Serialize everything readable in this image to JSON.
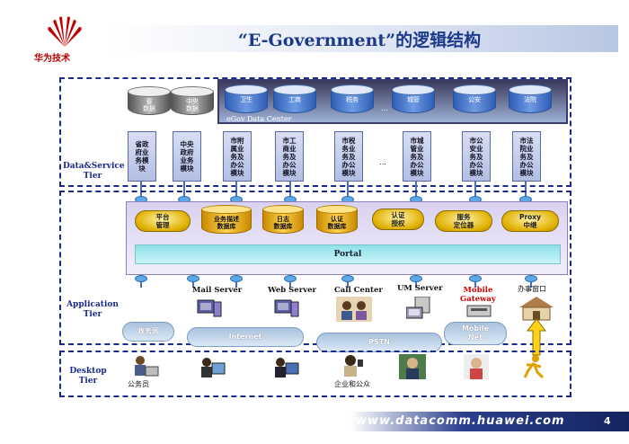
{
  "header": {
    "title": "“E-Government”的逻辑结构",
    "logo_text": "华为技术"
  },
  "tiers": {
    "data_service": "Data&Service\nTier",
    "application": "Application\nTier",
    "desktop": "Desktop\nTier"
  },
  "data_center": {
    "label": "eGov Data Center",
    "left_dbs": [
      "省\n数据",
      "中央\n数据"
    ],
    "dbs": [
      "卫生",
      "工商",
      "税务",
      "城管",
      "公安",
      "法院"
    ],
    "ellipsis": "…"
  },
  "modules": [
    "省政府业务模块",
    "中央政府业务模块",
    "市附属业务及办公模块",
    "市工商业务及办公模块",
    "市税务业务及办公模块",
    "市城管业务及办公模块",
    "市公安业务及办公模块",
    "市法院业务及办公模块"
  ],
  "modules_ellipsis": "…",
  "platform": {
    "pills": [
      "平台\n管理",
      "认证\n授权",
      "服务\n定位器",
      "Proxy\n中继"
    ],
    "dbs": [
      "业务描述\n数据库",
      "日志\n数据库",
      "认证\n数据库"
    ],
    "portal": "Portal"
  },
  "servers": {
    "mail": "Mail Server",
    "web": "Web Server",
    "call": "Call Center",
    "um": "UM Server",
    "mobile": "Mobile\nGateway",
    "window": "办事窗口"
  },
  "networks": {
    "gov": "政务网",
    "internet": "Internet",
    "pstn": "PSTN",
    "mobile_net": "Mobile\nNet"
  },
  "desktop": {
    "civil_servant": "公务员",
    "enterprise_public": "企业和公众"
  },
  "footer": {
    "url": "www.datacomm.huawei.com",
    "page": "4"
  },
  "colors": {
    "title": "#1c3a8a",
    "tier_border": "#1a2b8a",
    "footer_band": "#14245e",
    "mobile_gateway": "#d40000"
  }
}
